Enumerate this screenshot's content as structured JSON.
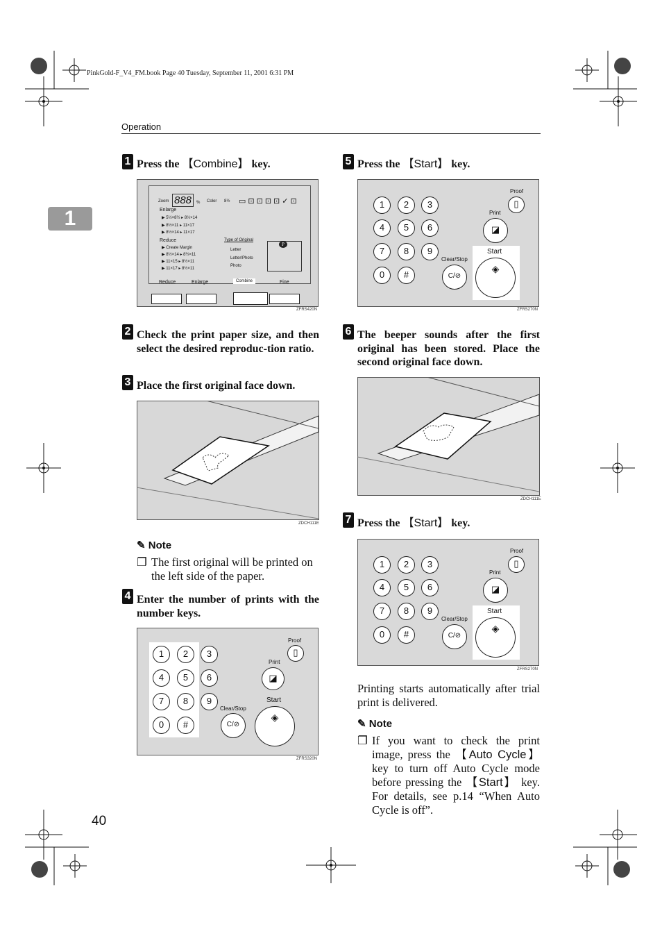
{
  "header": {
    "file_line": "PinkGold-F_V4_FM.book  Page 40  Tuesday, September 11, 2001  6:31 PM",
    "section": "Operation",
    "chapter_tab": "1"
  },
  "steps": {
    "s1": {
      "num": "1",
      "pre": "Press the ",
      "key": "【Combine】",
      "post": " key."
    },
    "s2": {
      "num": "2",
      "text": "Check the print paper size, and then select the desired reproduc-tion ratio."
    },
    "s3": {
      "num": "3",
      "text": "Place the first original face down."
    },
    "s4": {
      "num": "4",
      "text": "Enter the number of prints with the number keys."
    },
    "s5": {
      "num": "5",
      "pre": "Press the ",
      "key": "【Start】",
      "post": " key."
    },
    "s6": {
      "num": "6",
      "text": "The beeper sounds after the first original has been stored. Place the second original face down."
    },
    "s7": {
      "num": "7",
      "pre": "Press the ",
      "key": "【Start】",
      "post": " key."
    }
  },
  "note1": {
    "title": "Note",
    "item": "The first original will be printed on the left side of the paper."
  },
  "after7": {
    "text": "Printing starts automatically after trial print is delivered."
  },
  "note2": {
    "title": "Note",
    "part1": "If you want to check the print image, press the ",
    "key1": "【Auto Cycle】",
    "part2": " key to turn off Auto Cycle mode before pressing the ",
    "key2": "【Start】",
    "part3": " key. For details, see p.14 “When Auto Cycle is off”."
  },
  "figure_codes": {
    "combine_panel": "ZFRS420N",
    "original1": "ZDCH111E",
    "numkeys": "ZFRS320N",
    "start1": "ZFRS270N",
    "original2": "ZDCH111E",
    "start2": "ZFRS270N"
  },
  "combine_panel": {
    "zoom_label": "Zoom",
    "zoom_digits": "888",
    "percent": "%",
    "color": "Color",
    "paper": "8½",
    "enlarge": "Enlarge",
    "enlarge_items": [
      "5½×8½ ▸ 8½×14",
      "8½×11 ▸ 11×17",
      "8½×14 ▸ 11×17"
    ],
    "reduce": "Reduce",
    "reduce_items": [
      "Create Margin",
      "8½×14 ▸ 8½×11",
      "11×15 ▸ 8½×11",
      "11×17 ▸ 8½×11"
    ],
    "type_of_original": "Type of Original",
    "types": [
      "Letter",
      "Letter/Photo",
      "Photo"
    ],
    "bottom": [
      "Reduce",
      "Enlarge",
      "Combine",
      "Fine"
    ]
  },
  "keypad": {
    "keys": [
      "1",
      "2",
      "3",
      "4",
      "5",
      "6",
      "7",
      "8",
      "9",
      "0",
      "#"
    ],
    "proof": "Proof",
    "print": "Print",
    "start": "Start",
    "clear_stop": "Clear/Stop",
    "clear_symbol": "C/⊘"
  },
  "page_number": "40"
}
